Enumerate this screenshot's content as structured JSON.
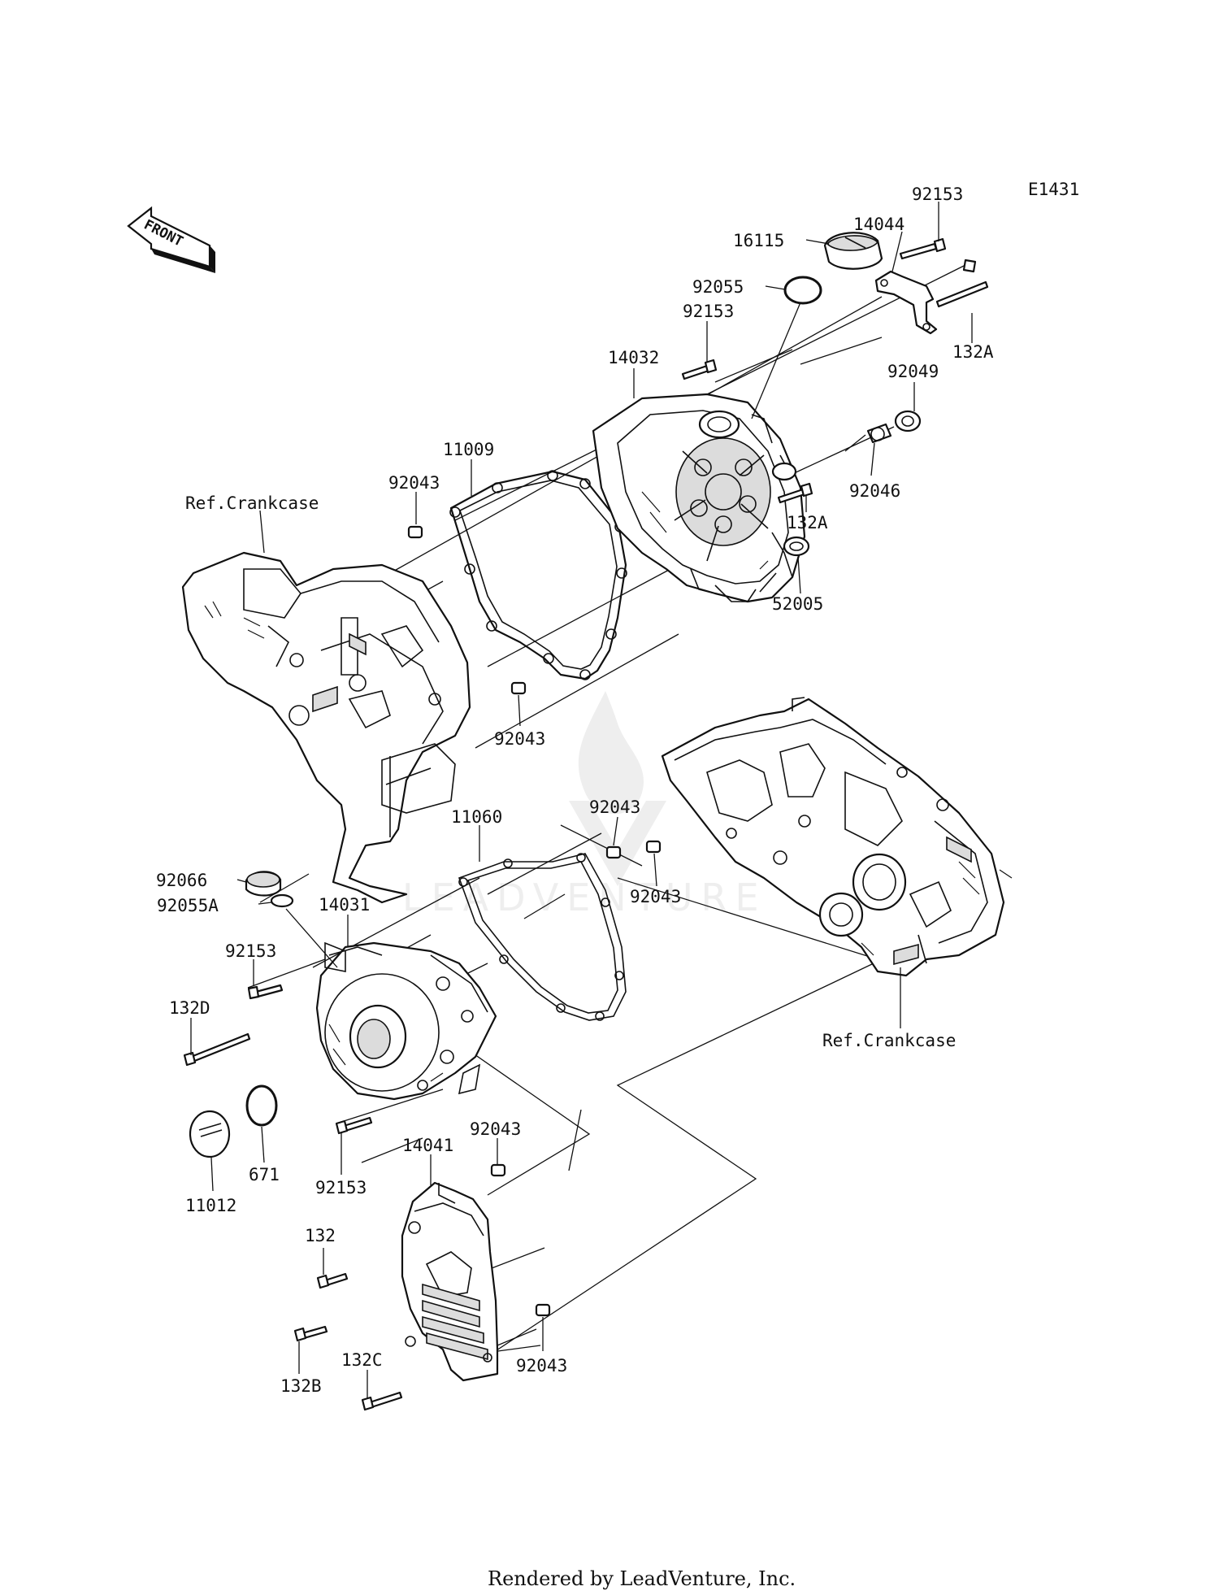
{
  "diagram": {
    "code": "E1431",
    "front_label": "FRONT",
    "footer": "Rendered by LeadVenture, Inc.",
    "watermark": "LEADVENTURE",
    "labels": [
      {
        "id": "l92153a",
        "text": "92153"
      },
      {
        "id": "l16115",
        "text": "16115"
      },
      {
        "id": "l14044",
        "text": "14044"
      },
      {
        "id": "l92055",
        "text": "92055"
      },
      {
        "id": "l92153b",
        "text": "92153"
      },
      {
        "id": "l132Aa",
        "text": "132A"
      },
      {
        "id": "l14032",
        "text": "14032"
      },
      {
        "id": "l92049",
        "text": "92049"
      },
      {
        "id": "l11009",
        "text": "11009"
      },
      {
        "id": "l92043a",
        "text": "92043"
      },
      {
        "id": "l92046",
        "text": "92046"
      },
      {
        "id": "lrefa",
        "text": "Ref.Crankcase"
      },
      {
        "id": "l132Ab",
        "text": "132A"
      },
      {
        "id": "l52005",
        "text": "52005"
      },
      {
        "id": "l92043b",
        "text": "92043"
      },
      {
        "id": "l92043c",
        "text": "92043"
      },
      {
        "id": "l11060",
        "text": "11060"
      },
      {
        "id": "l92066",
        "text": "92066"
      },
      {
        "id": "l92043d",
        "text": "92043"
      },
      {
        "id": "l92055A",
        "text": "92055A"
      },
      {
        "id": "l14031",
        "text": "14031"
      },
      {
        "id": "l92153c",
        "text": "92153"
      },
      {
        "id": "l132D",
        "text": "132D"
      },
      {
        "id": "lrefb",
        "text": "Ref.Crankcase"
      },
      {
        "id": "l92043e",
        "text": "92043"
      },
      {
        "id": "l14041",
        "text": "14041"
      },
      {
        "id": "l671",
        "text": "671"
      },
      {
        "id": "l92153d",
        "text": "92153"
      },
      {
        "id": "l11012",
        "text": "11012"
      },
      {
        "id": "l132",
        "text": "132"
      },
      {
        "id": "l132C",
        "text": "132C"
      },
      {
        "id": "l132B",
        "text": "132B"
      },
      {
        "id": "l92043f",
        "text": "92043"
      }
    ]
  }
}
